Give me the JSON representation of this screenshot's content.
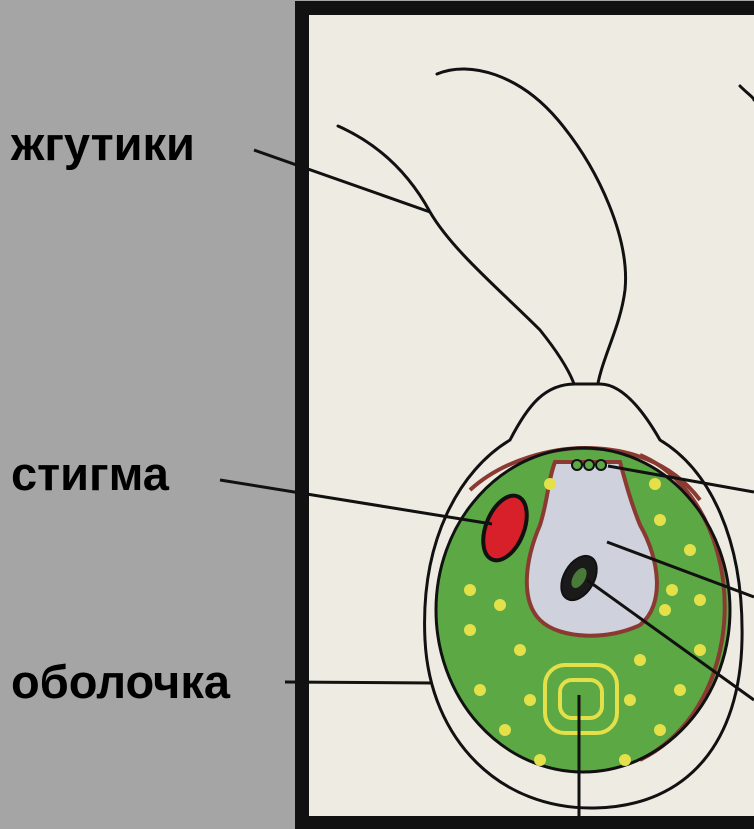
{
  "labels": {
    "flagella": "жгутики",
    "stigma": "стигма",
    "membrane": "оболочка"
  },
  "colors": {
    "background": "#a5a5a5",
    "panel": "#eeebe2",
    "frame": "#111111",
    "cytoplasm": "#5ba845",
    "vacuole": "#cfd2dc",
    "stigma": "#d8202b",
    "membrane_inner": "#8b3a32",
    "granules": "#e3e04a"
  }
}
